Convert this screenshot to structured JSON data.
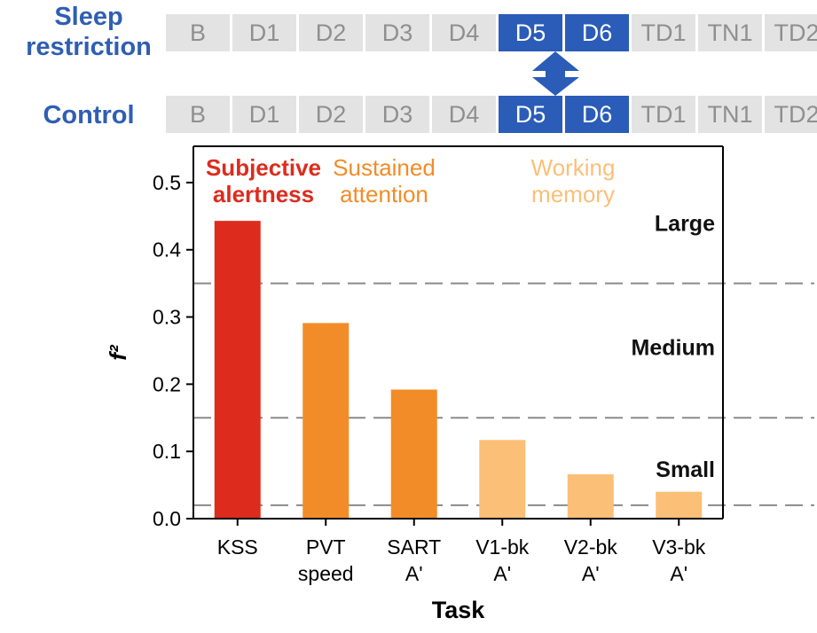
{
  "schedule": {
    "rows": [
      {
        "label_line1": "Sleep",
        "label_line2": "restriction"
      },
      {
        "label_line1": "Control",
        "label_line2": ""
      }
    ],
    "days": [
      "B",
      "D1",
      "D2",
      "D3",
      "D4",
      "D5",
      "D6",
      "TD1",
      "TN1",
      "TD2"
    ],
    "highlighted": [
      "D5",
      "D6"
    ],
    "colors": {
      "highlight": "#2a5cb8",
      "inactive": "#e3e3e3",
      "label": "#2f5fb3"
    }
  },
  "chart_data": {
    "type": "bar",
    "categories": [
      [
        "KSS"
      ],
      [
        "PVT",
        "speed"
      ],
      [
        "SART",
        "A'"
      ],
      [
        "V1-bk",
        "A'"
      ],
      [
        "V2-bk",
        "A'"
      ],
      [
        "V3-bk",
        "A'"
      ]
    ],
    "values": [
      0.443,
      0.291,
      0.192,
      0.117,
      0.066,
      0.04
    ],
    "bar_colors": [
      "#dd2c1e",
      "#f28c28",
      "#f28c28",
      "#fbbf77",
      "#fbbf77",
      "#fbbf77"
    ],
    "xlabel": "Task",
    "ylabel": "f²",
    "ylim": [
      0,
      0.55
    ],
    "yticks": [
      "0.0",
      "0.1",
      "0.2",
      "0.3",
      "0.4",
      "0.5"
    ],
    "thresholds": [
      0.02,
      0.15,
      0.35
    ],
    "effect_size_labels": [
      {
        "text": "Large",
        "y": 0.44
      },
      {
        "text": "Medium",
        "y": 0.255
      },
      {
        "text": "Small",
        "y": 0.074
      }
    ],
    "group_labels": [
      {
        "lines": [
          "Subjective",
          "alertness"
        ],
        "color": "#dd2c1e"
      },
      {
        "lines": [
          "Sustained",
          "attention"
        ],
        "color": "#f28c28"
      },
      {
        "lines": [
          "Working",
          "memory"
        ],
        "color": "#fbbf77"
      }
    ],
    "grid": false
  }
}
